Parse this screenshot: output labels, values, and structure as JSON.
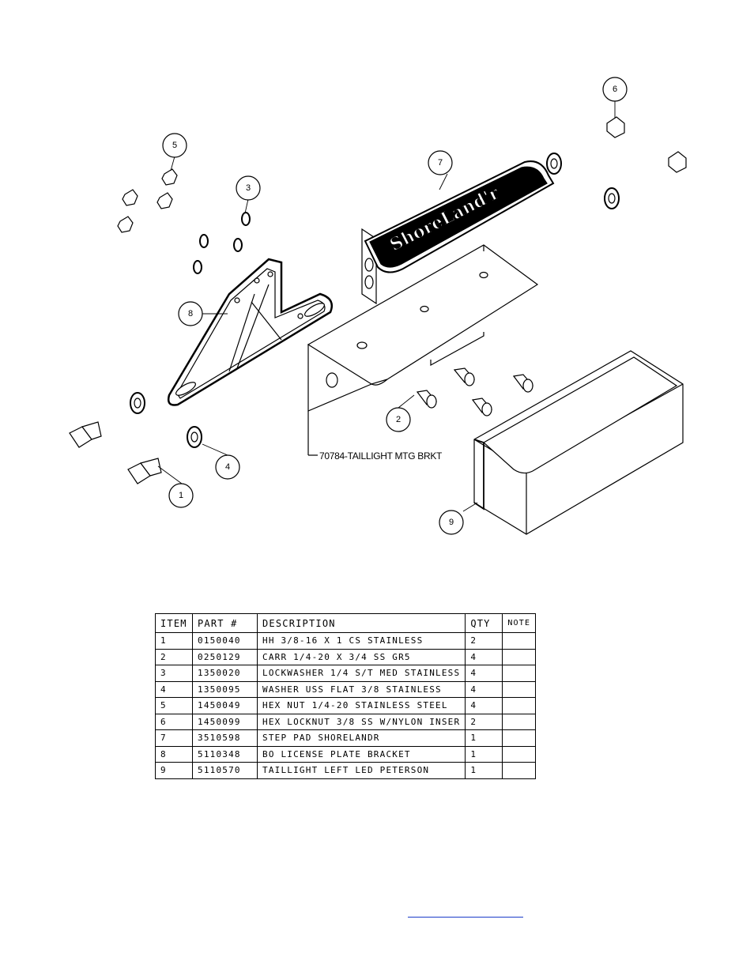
{
  "drawing": {
    "callouts": [
      "1",
      "2",
      "3",
      "4",
      "5",
      "6",
      "7",
      "8",
      "9"
    ],
    "bracket_label": "70784-TAILLIGHT MTG BRKT",
    "logo_text": "ShoreLand'r"
  },
  "bom": {
    "headers": [
      "ITEM",
      "PART #",
      "DESCRIPTION",
      "QTY",
      "NOTE"
    ],
    "rows": [
      [
        "1",
        "0150040",
        "HH 3/8-16 X 1 CS STAINLESS",
        "2",
        ""
      ],
      [
        "2",
        "0250129",
        "CARR 1/4-20 X 3/4 SS GR5",
        "4",
        ""
      ],
      [
        "3",
        "1350020",
        "LOCKWASHER 1/4 S/T MED STAINLESS",
        "4",
        ""
      ],
      [
        "4",
        "1350095",
        "WASHER USS FLAT 3/8 STAINLESS",
        "4",
        ""
      ],
      [
        "5",
        "1450049",
        "HEX NUT 1/4-20 STAINLESS STEEL",
        "4",
        ""
      ],
      [
        "6",
        "1450099",
        "HEX LOCKNUT 3/8 SS W/NYLON INSER",
        "2",
        ""
      ],
      [
        "7",
        "3510598",
        "STEP PAD SHORELANDR",
        "1",
        ""
      ],
      [
        "8",
        "5110348",
        "BO LICENSE PLATE BRACKET",
        "1",
        ""
      ],
      [
        "9",
        "5110570",
        "TAILLIGHT LEFT LED PETERSON",
        "1",
        ""
      ]
    ]
  },
  "footer": {
    "link_text": ""
  }
}
